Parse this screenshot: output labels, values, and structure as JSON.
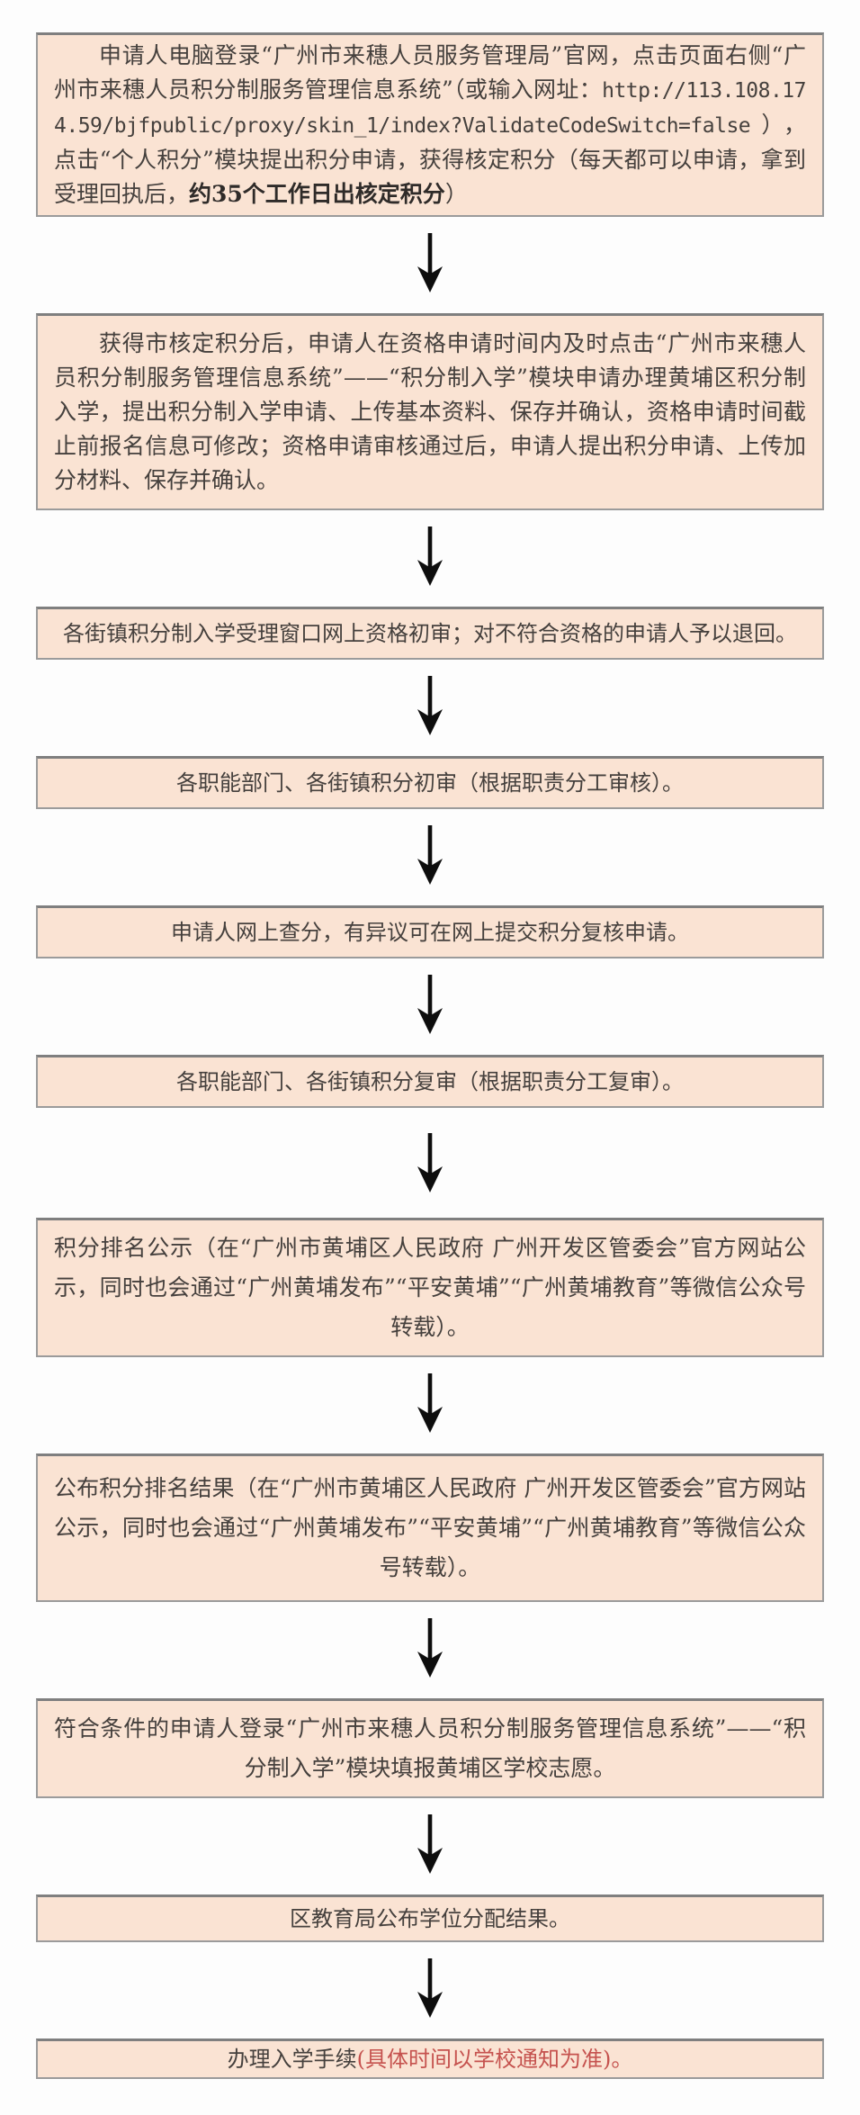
{
  "colors": {
    "page_background": "#fdfdfd",
    "box_background": "#fae3d3",
    "box_border": "#9b9b9b",
    "text": "#45403d",
    "highlight_red": "#c5524e",
    "arrow": "#0d0d0d"
  },
  "flow": {
    "steps": [
      {
        "name": "city-points-application",
        "segments": [
          {
            "style": "normal",
            "text": "申请人电脑登录“广州市来穗人员服务管理局”官网，点击页面右侧“广州市来穗人员积分制服务管理信息系统”（或输入网址："
          },
          {
            "style": "mono",
            "text": "http://113.108.174.59/bjfpublic/proxy/skin_1/index?ValidateCodeSwitch=false"
          },
          {
            "style": "normal",
            "text": "），点击“个人积分”模块提出积分申请，获得核定积分（每天都可以申请，拿到受理回执后，"
          },
          {
            "style": "bold",
            "text": "约35个工作日出核定积分"
          },
          {
            "style": "normal",
            "text": "）"
          }
        ]
      },
      {
        "name": "qualification-application",
        "segments": [
          {
            "style": "normal",
            "text": "获得市核定积分后，申请人在资格申请时间内及时点击“广州市来穗人员积分制服务管理信息系统”——“积分制入学”模块申请办理黄埔区积分制入学，提出积分制入学申请、上传基本资料、保存并确认，资格申请时间截止前报名信息可修改；资格申请审核通过后，申请人提出积分申请、上传加分材料、保存并确认。"
          }
        ]
      },
      {
        "name": "street-preliminary-qualification-review",
        "segments": [
          {
            "style": "normal",
            "text": "各街镇积分制入学受理窗口网上资格初审；对不符合资格的申请人予以退回。"
          }
        ]
      },
      {
        "name": "department-preliminary-points-review",
        "segments": [
          {
            "style": "normal",
            "text": "各职能部门、各街镇积分初审（根据职责分工审核）。"
          }
        ]
      },
      {
        "name": "online-score-check",
        "segments": [
          {
            "style": "normal",
            "text": "申请人网上查分，有异议可在网上提交积分复核申请。"
          }
        ]
      },
      {
        "name": "department-points-re-review",
        "segments": [
          {
            "style": "normal",
            "text": "各职能部门、各街镇积分复审（根据职责分工复审）。"
          }
        ]
      },
      {
        "name": "points-ranking-publicity",
        "segments": [
          {
            "style": "normal",
            "text": "积分排名公示（在“广州市黄埔区人民政府 广州开发区管委会”官方网站公示，同时也会通过“广州黄埔发布”“平安黄埔”“广州黄埔教育”等微信公众号转载）。"
          }
        ]
      },
      {
        "name": "points-ranking-result",
        "segments": [
          {
            "style": "normal",
            "text": "公布积分排名结果（在“广州市黄埔区人民政府 广州开发区管委会”官方网站公示，同时也会通过“广州黄埔发布”“平安黄埔”“广州黄埔教育”等微信公众号转载）。"
          }
        ]
      },
      {
        "name": "school-preference-filling",
        "segments": [
          {
            "style": "normal",
            "text": "符合条件的申请人登录“广州市来穗人员积分制服务管理信息系统”——“积分制入学”模块填报黄埔区学校志愿。"
          }
        ]
      },
      {
        "name": "placement-result-announcement",
        "segments": [
          {
            "style": "normal",
            "text": "区教育局公布学位分配结果。"
          }
        ]
      },
      {
        "name": "enrollment-procedures",
        "segments": [
          {
            "style": "normal",
            "text": "办理入学手续"
          },
          {
            "style": "red",
            "text": "(具体时间以学校通知为准)"
          },
          {
            "style": "red",
            "text": "。"
          }
        ]
      }
    ]
  }
}
